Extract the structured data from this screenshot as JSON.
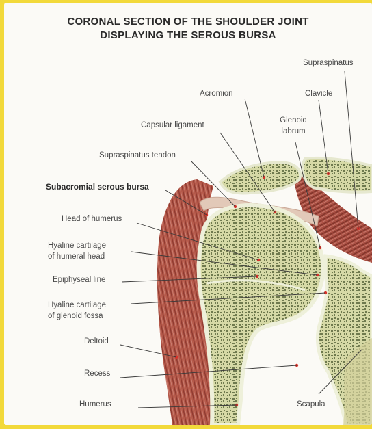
{
  "title": {
    "line1": "CORONAL SECTION OF THE SHOULDER JOINT",
    "line2": "DISPLAYING THE SEROUS BURSA"
  },
  "labels": {
    "supraspinatus": "Supraspinatus",
    "acromion": "Acromion",
    "clavicle": "Clavicle",
    "capsular_ligament": "Capsular ligament",
    "glenoid_labrum_1": "Glenoid",
    "glenoid_labrum_2": "labrum",
    "supraspinatus_tendon": "Supraspinatus tendon",
    "subacromial_bursa": "Subacromial serous bursa",
    "head_of_humerus": "Head of humerus",
    "hyaline_humeral_1": "Hyaline cartilage",
    "hyaline_humeral_2": "of humeral head",
    "epiphyseal_line": "Epiphyseal line",
    "hyaline_glenoid_1": "Hyaline cartilage",
    "hyaline_glenoid_2": "of glenoid fossa",
    "deltoid": "Deltoid",
    "recess": "Recess",
    "humerus": "Humerus",
    "scapula": "Scapula"
  },
  "colors": {
    "frame": "#f2d93a",
    "bone": "#d9dcae",
    "cartilage": "#e9ecd7",
    "muscle": "#b65a4c",
    "leader": "#3a3a3a",
    "marker": "#d8332b"
  }
}
